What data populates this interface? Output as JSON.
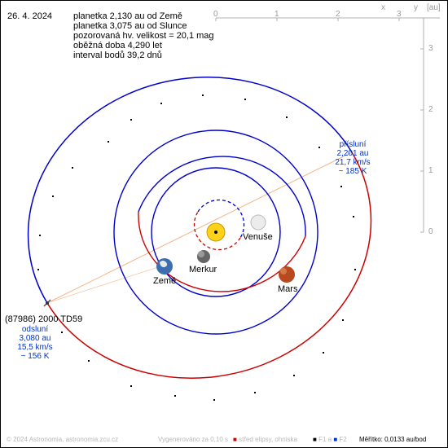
{
  "date": "26. 4. 2024",
  "info": {
    "line1": "planetka 2,130 au od Země",
    "line2": "planetka 3,075 au od Slunce",
    "line3": "pozorovaná hv. velikost = 20,1 mag",
    "line4": "oběžná doba 4,290 let",
    "line5": "interval bodů 39,2 dnů"
  },
  "axis": {
    "x_letter": "x",
    "y_letter": "y",
    "unit": "[au]",
    "x_ticks": [
      "0",
      "1",
      "2",
      "3"
    ],
    "y_ticks": [
      "3",
      "2",
      "1",
      "0"
    ]
  },
  "bodies": {
    "venus": "Venuše",
    "mercury": "Merkur",
    "earth": "Země",
    "mars": "Mars",
    "asteroid": "(87986) 2000 TD59"
  },
  "perihelion": {
    "title": "přísluní",
    "dist": "2,201 au",
    "speed": "21,7 km/s",
    "temp": "~ 185 K"
  },
  "aphelion": {
    "title": "odsluní",
    "dist": "3,080 au",
    "speed": "15,5 km/s",
    "temp": "~ 156 K"
  },
  "footer": {
    "copyright": "© 2024 Astronomia, astronomia.zcu.cz",
    "generated": "Vygenerováno za 0,10 s",
    "legend_center": "střed elipsy, ohniska",
    "f1": "F1 a",
    "f2": "F2",
    "scale": "Měřítko: 0,0133 au/bod"
  },
  "colors": {
    "sun": "#ffd21a",
    "venus": "#e8e8e8",
    "mercury": "#777777",
    "earth": "#3b6fb0",
    "mars": "#b84a1e",
    "orbit_blue": "#0000cc",
    "orbit_red": "#cc0000",
    "info_blue": "#0033cc"
  }
}
